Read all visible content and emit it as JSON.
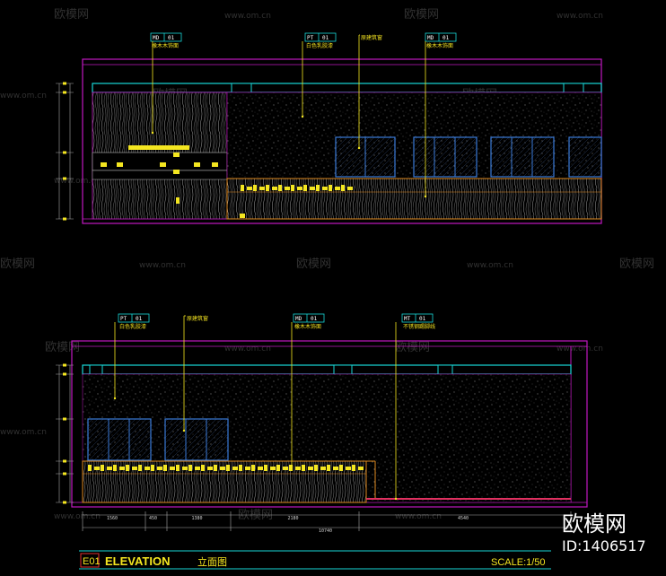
{
  "watermark": {
    "logo_text": "欧模网",
    "url_text": "www.om.cn"
  },
  "elevation_top": {
    "tags": [
      {
        "code": "MD",
        "num": "01",
        "label": "橡木木饰面"
      },
      {
        "code": "PT",
        "num": "01",
        "label": "白色乳胶漆"
      },
      {
        "code": "",
        "num": "",
        "label": "原建筑窗"
      },
      {
        "code": "MD",
        "num": "01",
        "label": "橡木木饰面"
      }
    ]
  },
  "elevation_bottom": {
    "tags": [
      {
        "code": "PT",
        "num": "01",
        "label": "白色乳胶漆"
      },
      {
        "code": "",
        "num": "",
        "label": "原建筑窗"
      },
      {
        "code": "MD",
        "num": "01",
        "label": "橡木木饰面"
      },
      {
        "code": "MT",
        "num": "01",
        "label": "不锈钢踢脚线"
      }
    ],
    "dimensions": [
      "1560",
      "450",
      "1380",
      "2180",
      "4540"
    ],
    "total_dimension": "10740"
  },
  "title_block": {
    "code": "E01",
    "title": "ELEVATION",
    "title_cn": "立面图",
    "scale": "SCALE:1/50"
  },
  "branding": {
    "logo": "欧模网",
    "id": "ID:1406517"
  },
  "colors": {
    "background": "#000000",
    "frame": "#c018c0",
    "cyan": "#18d8d8",
    "yellow": "#f4e620",
    "window_blue": "#3a7ad8",
    "skirting": "#e03060",
    "orange": "#e08a20",
    "dim_line": "#aaaaaa"
  }
}
